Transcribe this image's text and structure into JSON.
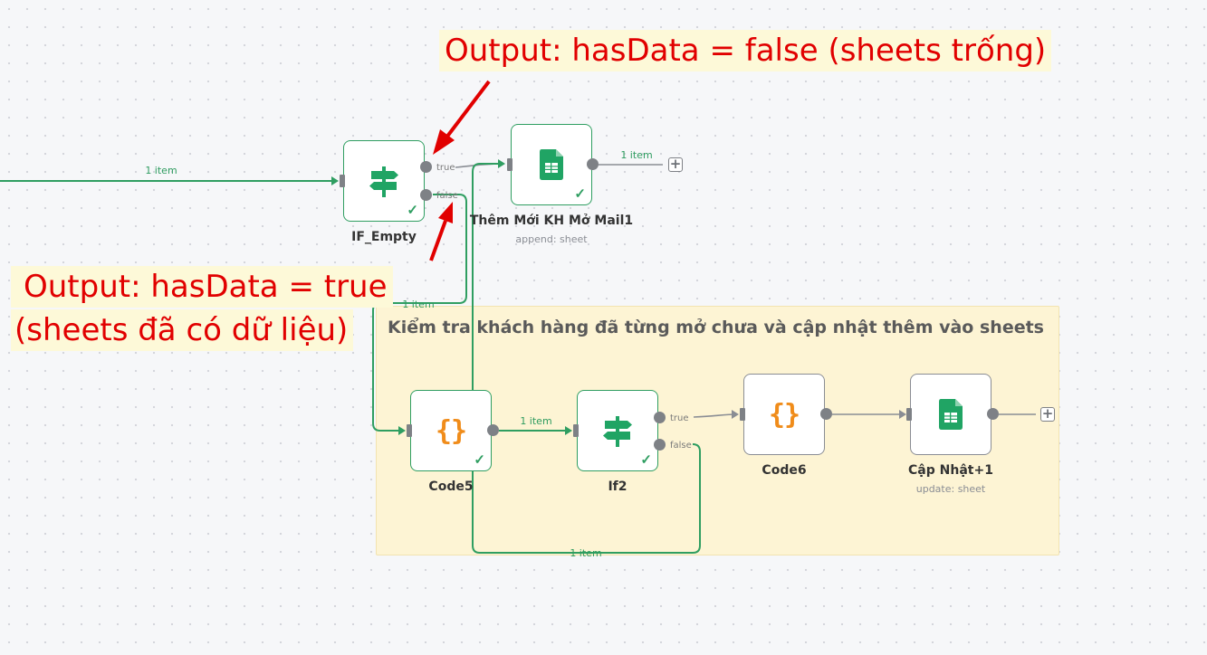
{
  "colors": {
    "success": "#2f9e61",
    "idle": "#8a8d94",
    "annotation": "#e10000",
    "sticky": "#fdf4d4",
    "code_icon": "#f08c1a",
    "sheets_icon": "#20a464"
  },
  "sticky_note": {
    "text": "Kiểm tra khách hàng đã từng mở chưa và cập nhật thêm vào sheets"
  },
  "nodes": {
    "if_empty": {
      "title": "IF_Empty",
      "icon": "signpost-icon",
      "true_label": "true",
      "false_label": "false"
    },
    "them_moi": {
      "title": "Thêm Mới KH Mở Mail1",
      "subtitle": "append: sheet",
      "icon": "google-sheets-icon"
    },
    "code5": {
      "title": "Code5",
      "icon": "code-braces-icon",
      "glyph": "{}"
    },
    "if2": {
      "title": "If2",
      "icon": "signpost-icon",
      "true_label": "true",
      "false_label": "false"
    },
    "code6": {
      "title": "Code6",
      "icon": "code-braces-icon",
      "glyph": "{}"
    },
    "cap_nhat": {
      "title": "Cập Nhật+1",
      "subtitle": "update: sheet",
      "icon": "google-sheets-icon"
    }
  },
  "edge_labels": {
    "trigger_to_if_empty": "1 item",
    "them_moi_out": "1 item",
    "if_empty_false_to_code5": "1 item",
    "code5_to_if2": "1 item",
    "if2_false_loop": "1 item"
  },
  "add_node_buttons": {
    "glyph": "+"
  },
  "annotations": {
    "top": "Output:  hasData = false (sheets trống)",
    "left_line1": "Output:  hasData = true",
    "left_line2": "(sheets đã có dữ liệu)"
  }
}
